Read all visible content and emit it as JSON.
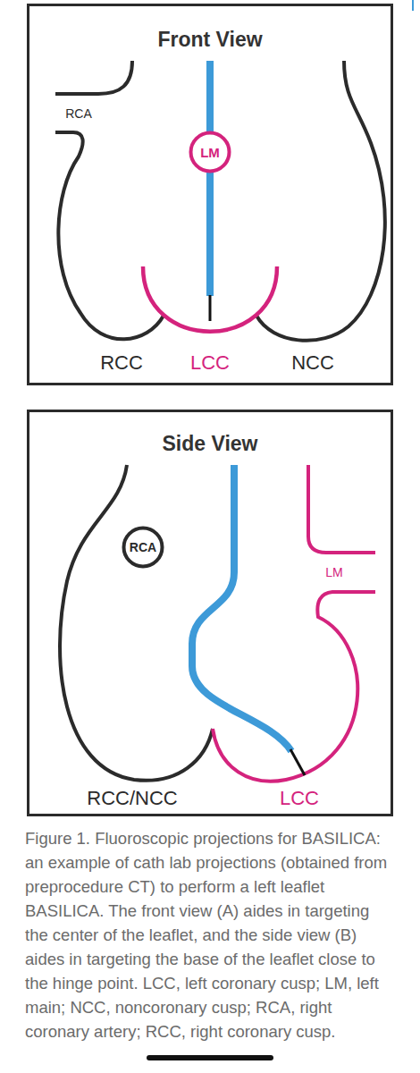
{
  "diagram": {
    "caption": "Figure 1. Fluoroscopic projections for BASILICA: an example of cath lab projections (obtained from preprocedure CT) to perform a left leaflet BASILICA. The front view (A) aides in targeting the center of the leaflet, and the side view (B) aides in targeting the base of the leaflet close to the hinge point. LCC, left coronary cusp; LM, left main; NCC, noncoronary cusp; RCA, right coronary artery; RCC, right coronary cusp.",
    "nodes": [
      {
        "text": [
          "Front View"
        ]
      },
      {
        "text": [
          "LM"
        ],
        "in": 0
      },
      {
        "text": [
          "Side View"
        ]
      },
      {
        "text": [
          "RCA"
        ],
        "in": 2
      }
    ],
    "labels": [
      "RCA",
      "RCC",
      "LCC",
      "NCC",
      "LM",
      "RCC/NCC",
      "LCC"
    ]
  }
}
